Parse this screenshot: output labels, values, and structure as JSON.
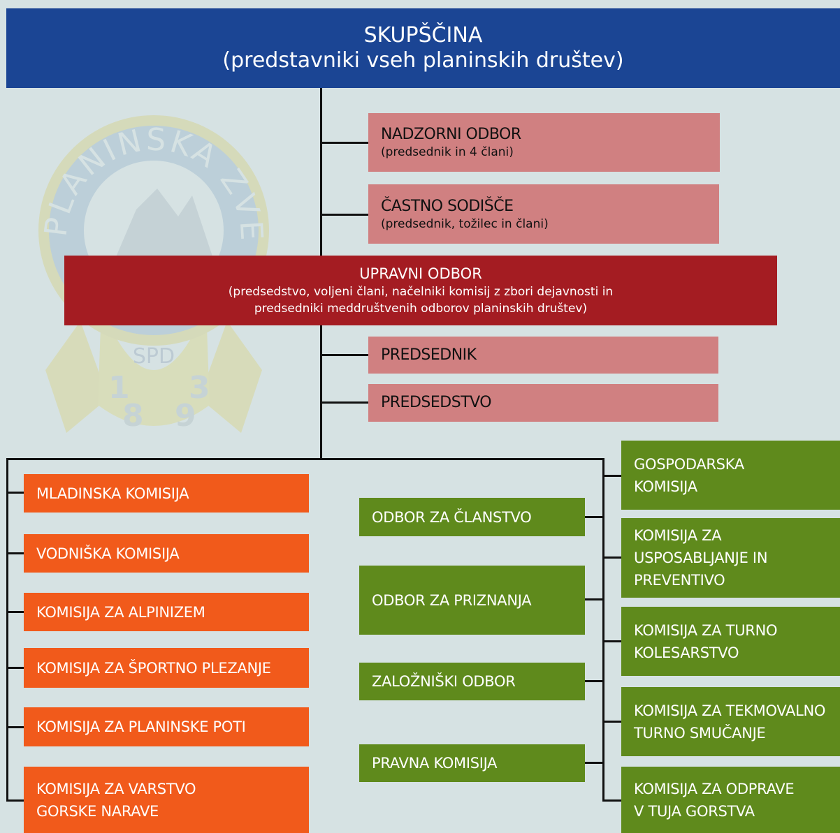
{
  "colors": {
    "assembly": "#1b4594",
    "supervisory": "#d08081",
    "executive": "#a41c22",
    "commission_orange": "#f15a1b",
    "commission_green": "#5f8a1c",
    "background": "#d6e2e3"
  },
  "assembly": {
    "title": "SKUPŠČINA",
    "subtitle": "(predstavniki vseh planinskih društev)"
  },
  "supervisory_board": {
    "title": "NADZORNI ODBOR",
    "subtitle": "(predsednik in 4 člani)"
  },
  "honor_court": {
    "title": "ČASTNO SODIŠČE",
    "subtitle": "(predsednik, tožilec in člani)"
  },
  "executive_board": {
    "title": "UPRAVNI ODBOR",
    "line2": "(predsedstvo, voljeni člani, načelniki komisij z zbori dejavnosti in",
    "line3": "predsedniki meddruštvenih odborov planinskih društev)"
  },
  "president": {
    "title": "PREDSEDNIK"
  },
  "presidency": {
    "title": "PREDSEDSTVO"
  },
  "emblem": {
    "arc_text": "PLANINSKA ZVEZA SLOVENIJE",
    "abbr": "SPD",
    "year_digits": [
      "1",
      "8",
      "9",
      "3"
    ]
  },
  "left_commissions": [
    [
      "MLADINSKA KOMISIJA"
    ],
    [
      "VODNIŠKA KOMISIJA"
    ],
    [
      "KOMISIJA ZA ALPINIZEM"
    ],
    [
      "KOMISIJA ZA ŠPORTNO PLEZANJE"
    ],
    [
      "KOMISIJA ZA PLANINSKE POTI"
    ],
    [
      "KOMISIJA ZA VARSTVO",
      "GORSKE NARAVE"
    ]
  ],
  "middle_boards": [
    [
      "ODBOR ZA ČLANSTVO"
    ],
    [
      "ODBOR ZA PRIZNANJA"
    ],
    [
      "ZALOŽNIŠKI ODBOR"
    ],
    [
      "PRAVNA KOMISIJA"
    ]
  ],
  "right_commissions": [
    [
      "GOSPODARSKA",
      "KOMISIJA"
    ],
    [
      "KOMISIJA ZA",
      "USPOSABLJANJE IN",
      "PREVENTIVO"
    ],
    [
      "KOMISIJA ZA TURNO",
      "KOLESARSTVO"
    ],
    [
      "KOMISIJA ZA TEKMOVALNO",
      "TURNO SMUČANJE"
    ],
    [
      "KOMISIJA ZA ODPRAVE",
      "V TUJA GORSTVA"
    ]
  ]
}
